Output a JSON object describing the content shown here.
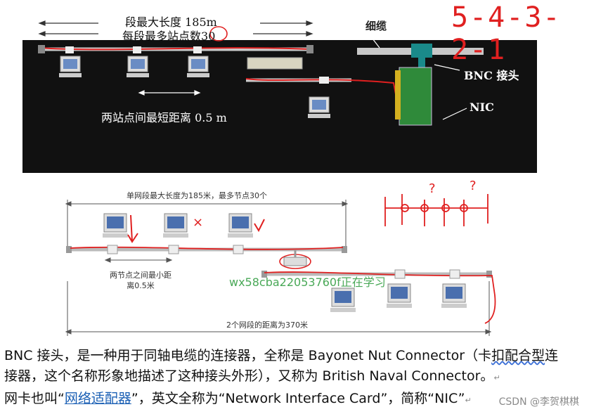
{
  "top": {
    "seg_max_length": "段最大长度 185m",
    "max_stations_prefix": "每段最多站点数",
    "max_stations_num": "30",
    "thin_cable": "细缆",
    "bnc": "BNC 接头",
    "nic": "NIC",
    "min_distance": "两站点间最短距离  0.5 m",
    "handwriting": "5-4-3-2-1"
  },
  "bottom": {
    "single_seg": "单网段最大长度为185米，最多节点30个",
    "min_between_line1": "两节点之间最小距",
    "min_between_line2": "离0.5米",
    "two_seg": "2个网段的距离为370米",
    "watermark": "wx58cba22053760f正在学习",
    "mark_x": "×",
    "q1": "?",
    "q2": "?"
  },
  "text": {
    "line1_a": "BNC 接头，是一种用于同轴电缆的连接器，全称是 Bayonet Nut Connector（卡",
    "line1_b": "扣配合型",
    "line1_c": "连",
    "line2": "接器，这个名称形象地描述了这种接头外形），又称为 British Naval Connector。",
    "line3_a": "网卡也叫“",
    "line3_link": "网络适配器",
    "line3_b": "”，英文全称为“Network Interface Card”，简称“NIC”",
    "para_mark": "↵",
    "csdn": "CSDN @李贺棋棋"
  },
  "colors": {
    "annotation_red": "#e02020",
    "panel": "#111111",
    "link": "#1a5fb4"
  }
}
